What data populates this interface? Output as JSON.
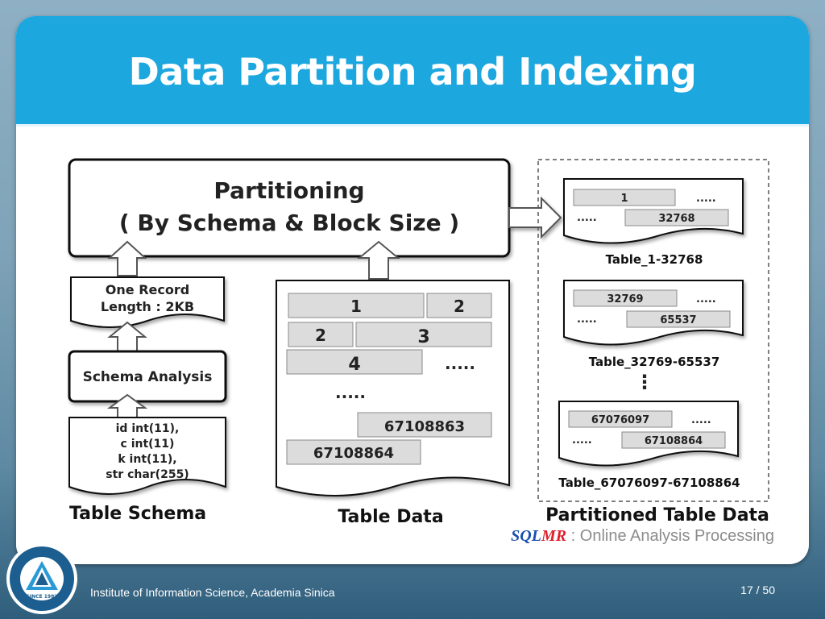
{
  "slide": {
    "title": "Data Partition and Indexing",
    "caption_prefix_sql": "SQL",
    "caption_prefix_mr": "MR",
    "caption_text": " : Online Analysis Processing",
    "footer_institute": "Institute of Information Science, Academia Sinica",
    "page_number": "17 / 50",
    "logo_year": "SINCE 1982"
  },
  "diagram": {
    "partition_box": {
      "line1": "Partitioning",
      "line2": "( By Schema & Block Size )"
    },
    "record_box": {
      "line1": "One Record",
      "line2": "Length : 2KB"
    },
    "schema_box": "Schema Analysis",
    "schema_fields": [
      "id int(11),",
      "c int(11)",
      "k int(11),",
      "str char(255)"
    ],
    "label_table_schema": "Table Schema",
    "label_table_data": "Table Data",
    "label_partitioned": "Partitioned Table Data",
    "data_blocks": {
      "b1": "1",
      "b2a": "2",
      "b2b": "2",
      "b3": "3",
      "b4": "4",
      "dots_right": ".....",
      "dots_mid": ".....",
      "b_last1": "67108863",
      "b_last2": "67108864"
    },
    "partitions": [
      {
        "first": "1",
        "dots_top": ".....",
        "dots_bottom": ".....",
        "last": "32768",
        "label": "Table_1-32768"
      },
      {
        "first": "32769",
        "dots_top": ".....",
        "dots_bottom": ".....",
        "last": "65537",
        "label": "Table_32769-65537"
      },
      {
        "first": "67076097",
        "dots_top": ".....",
        "dots_bottom": ".....",
        "last": "67108864",
        "label": "Table_67076097-67108864"
      }
    ],
    "vertical_ellipsis": "⋮"
  },
  "colors": {
    "title_bar": "#1ca7df",
    "block_fill": "#dcdcdc",
    "block_stroke": "#8a8a8a",
    "sql_blue": "#1a4fb0",
    "mr_red": "#e0202b"
  }
}
